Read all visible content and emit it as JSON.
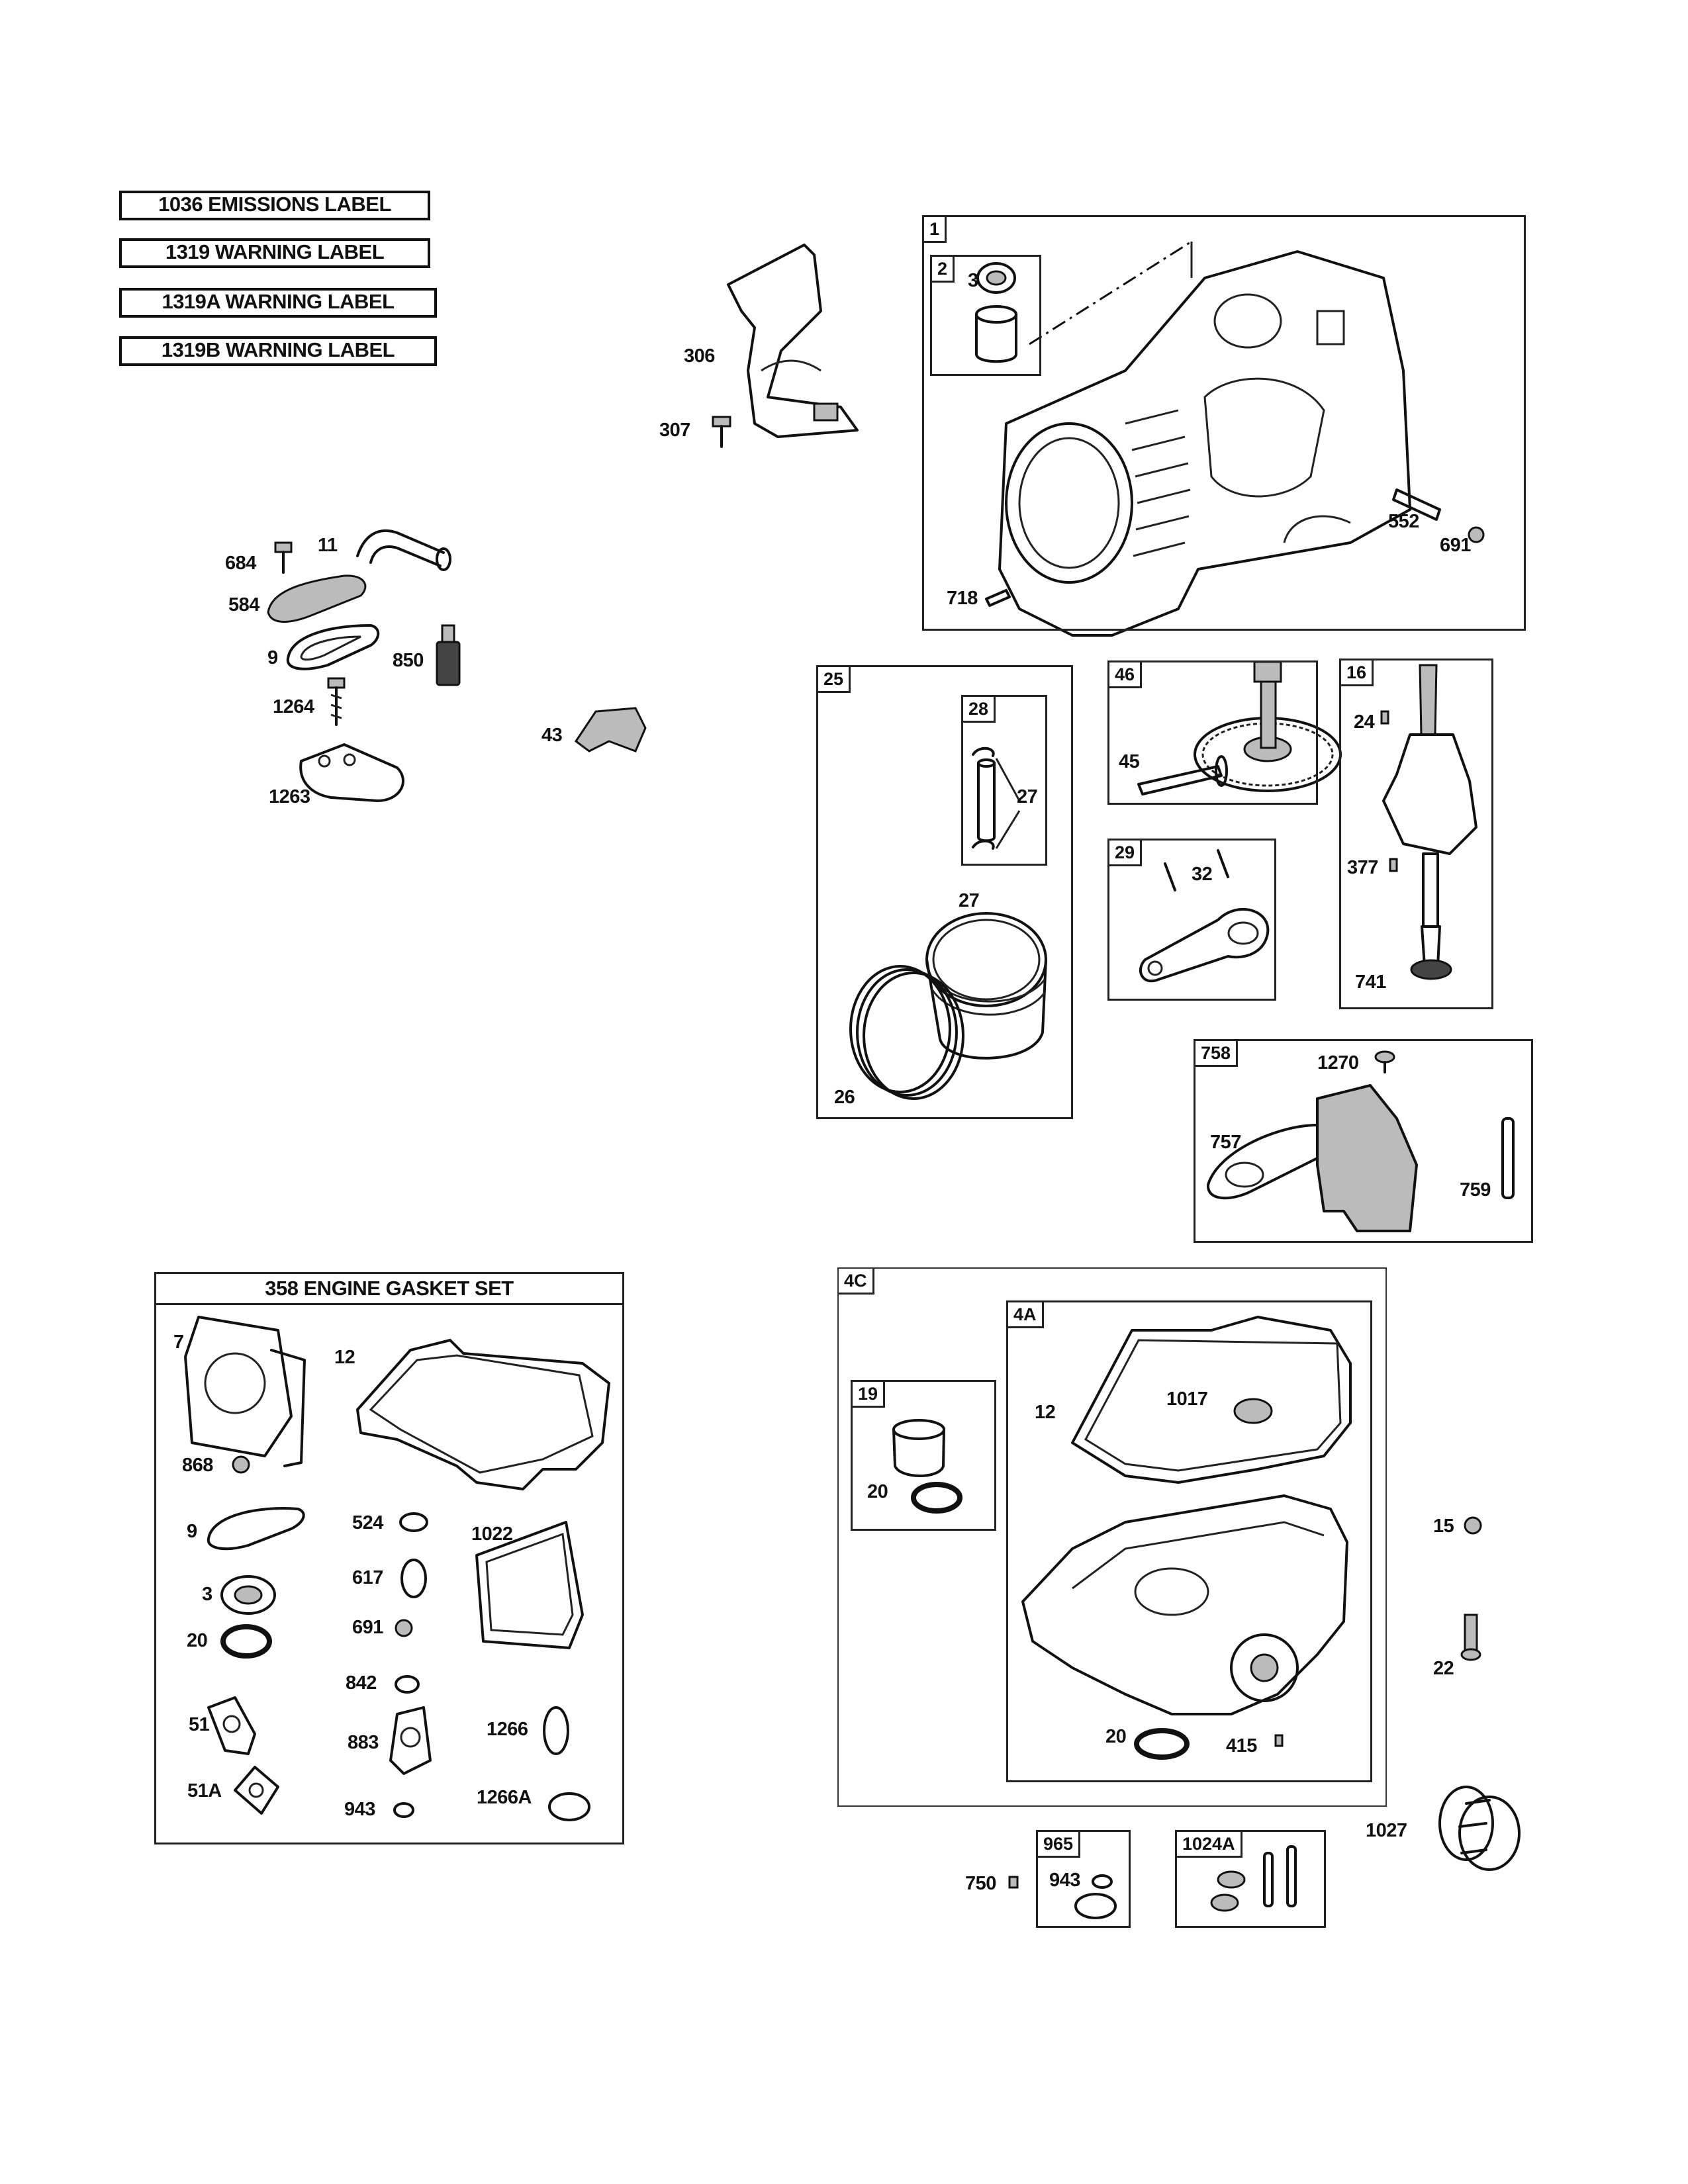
{
  "labels_list": [
    "1036 EMISSIONS LABEL",
    "1319 WARNING LABEL",
    "1319A WARNING LABEL",
    "1319B WARNING LABEL"
  ],
  "loose_parts": {
    "p306": "306",
    "p307": "307",
    "p11": "11",
    "p684": "684",
    "p584": "584",
    "p9": "9",
    "p850": "850",
    "p1264": "1264",
    "p43": "43",
    "p1263": "1263"
  },
  "block_1": {
    "tag": "1",
    "sub_tag": "2",
    "p3": "3",
    "p552": "552",
    "p691": "691",
    "p718": "718"
  },
  "block_25": {
    "tag": "25",
    "sub_tag": "28",
    "p27a": "27",
    "p27b": "27",
    "p26": "26"
  },
  "block_46": {
    "tag": "46",
    "p45": "45"
  },
  "block_16": {
    "tag": "16",
    "p24": "24",
    "p377": "377",
    "p741": "741"
  },
  "block_29": {
    "tag": "29",
    "p32": "32"
  },
  "block_758": {
    "tag": "758",
    "p1270": "1270",
    "p757": "757",
    "p759": "759"
  },
  "gasket_set": {
    "title": "358 ENGINE GASKET SET",
    "p7": "7",
    "p12": "12",
    "p868": "868",
    "p9": "9",
    "p524": "524",
    "p1022": "1022",
    "p617": "617",
    "p3": "3",
    "p691": "691",
    "p20": "20",
    "p842": "842",
    "p51": "51",
    "p883": "883",
    "p1266": "1266",
    "p51A": "51A",
    "p943": "943",
    "p1266A": "1266A"
  },
  "block_4C": {
    "tag": "4C",
    "sub_tag_4A": "4A",
    "sub_tag_19": "19",
    "p12": "12",
    "p1017": "1017",
    "p20a": "20",
    "p20b": "20",
    "p415": "415"
  },
  "misc": {
    "p15": "15",
    "p22": "22",
    "p1027": "1027",
    "p750": "750"
  },
  "block_965": {
    "tag": "965",
    "p943": "943"
  },
  "block_1024A": {
    "tag": "1024A"
  }
}
